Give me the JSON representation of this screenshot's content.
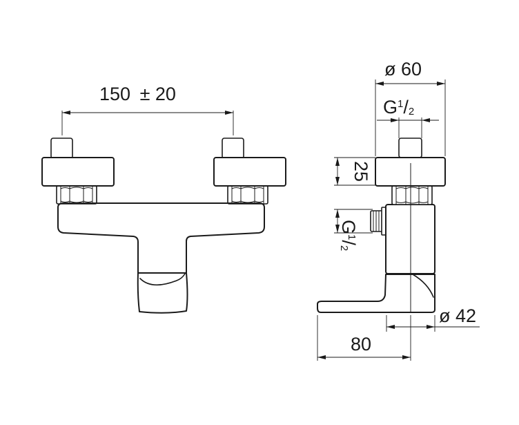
{
  "front_view": {
    "spacing_value": "150",
    "spacing_tolerance": "± 20"
  },
  "side_view": {
    "outer_diameter": "ø 60",
    "spout_diameter": "ø 42",
    "top_thread_prefix": "G",
    "top_thread_numerator": "1",
    "top_thread_slash": "/",
    "top_thread_denominator": "2",
    "side_thread_prefix": "G",
    "side_thread_numerator": "1",
    "side_thread_slash": "/",
    "side_thread_denominator": "2",
    "handle_height": "25",
    "projection": "80"
  }
}
